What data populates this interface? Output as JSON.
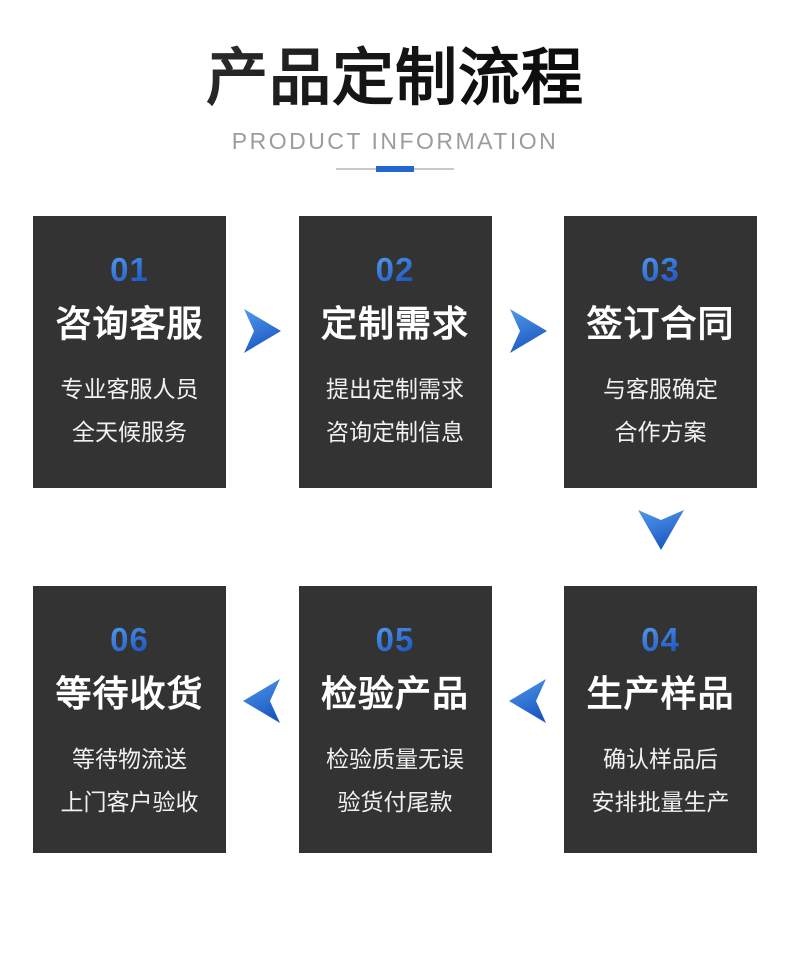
{
  "header": {
    "title": "产品定制流程",
    "subtitle": "PRODUCT INFORMATION"
  },
  "steps": [
    {
      "number": "01",
      "title": "咨询客服",
      "desc1": "专业客服人员",
      "desc2": "全天候服务"
    },
    {
      "number": "02",
      "title": "定制需求",
      "desc1": "提出定制需求",
      "desc2": "咨询定制信息"
    },
    {
      "number": "03",
      "title": "签订合同",
      "desc1": "与客服确定",
      "desc2": "合作方案"
    },
    {
      "number": "04",
      "title": "生产样品",
      "desc1": "确认样品后",
      "desc2": "安排批量生产"
    },
    {
      "number": "05",
      "title": "检验产品",
      "desc1": "检验质量无误",
      "desc2": "验货付尾款"
    },
    {
      "number": "06",
      "title": "等待收货",
      "desc1": "等待物流送",
      "desc2": "上门客户验收"
    }
  ],
  "flow_order": {
    "top_row": [
      "01",
      "02",
      "03"
    ],
    "bottom_row": [
      "06",
      "05",
      "04"
    ]
  },
  "colors": {
    "accent_blue": "#2367d3",
    "card_background": "#333333",
    "number_blue": "#2e6fd4",
    "arrow_gradient_start": "#5096ea",
    "arrow_gradient_end": "#1a57c2",
    "subtitle_gray": "#9c9c9c",
    "title_black": "#121212"
  },
  "icons": {
    "arrow_right": "notched-triangle-right",
    "arrow_left": "notched-triangle-left",
    "arrow_down": "notched-triangle-down"
  }
}
